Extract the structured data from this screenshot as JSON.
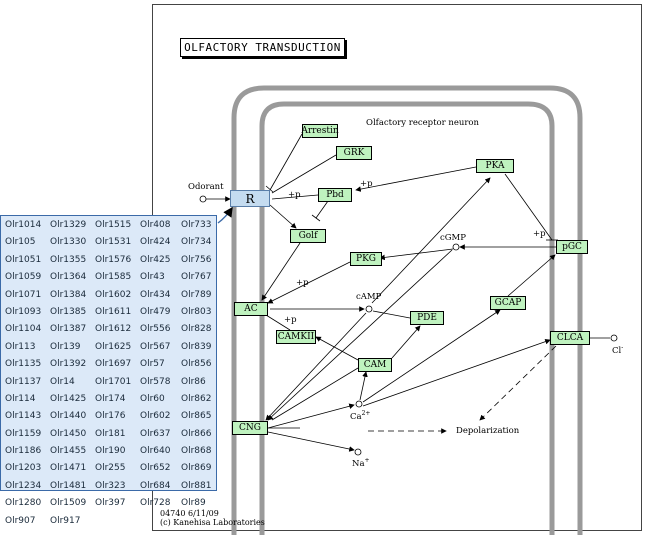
{
  "title": "OLFACTORY TRANSDUCTION",
  "neuron_label": "Olfactory receptor neuron",
  "nodes": {
    "R": "R",
    "Arrestin": "Arrestin",
    "GRK": "GRK",
    "Pbd": "Pbd",
    "Golf": "Golf",
    "PKA": "PKA",
    "PKG": "PKG",
    "AC": "AC",
    "CAMKII": "CAMKII",
    "PDE": "PDE",
    "CAM": "CAM",
    "GCAP": "GCAP",
    "pGC": "pGC",
    "CLCA": "CLCA",
    "CNG": "CNG"
  },
  "labels": {
    "odorant": "Odorant",
    "cgmp": "cGMP",
    "camp": "cAMP",
    "ca": "Ca",
    "ca_sup": "2+",
    "na": "Na",
    "na_sup": "+",
    "cl": "Cl",
    "cl_sup": "-",
    "depolarization": "Depolarization",
    "plus_p": "+p"
  },
  "footer": {
    "code": "04740 6/11/09",
    "credit": "(c) Kanehisa Laboratories"
  },
  "olr_genes": [
    "Olr1014",
    "Olr1329",
    "Olr1515",
    "Olr408",
    "Olr733",
    "Olr105",
    "Olr1330",
    "Olr1531",
    "Olr424",
    "Olr734",
    "Olr1051",
    "Olr1355",
    "Olr1576",
    "Olr425",
    "Olr756",
    "Olr1059",
    "Olr1364",
    "Olr1585",
    "Olr43",
    "Olr767",
    "Olr1071",
    "Olr1384",
    "Olr1602",
    "Olr434",
    "Olr789",
    "Olr1093",
    "Olr1385",
    "Olr1611",
    "Olr479",
    "Olr803",
    "Olr1104",
    "Olr1387",
    "Olr1612",
    "Olr556",
    "Olr828",
    "Olr113",
    "Olr139",
    "Olr1625",
    "Olr567",
    "Olr839",
    "Olr1135",
    "Olr1392",
    "Olr1697",
    "Olr57",
    "Olr856",
    "Olr1137",
    "Olr14",
    "Olr1701",
    "Olr578",
    "Olr86",
    "Olr114",
    "Olr1425",
    "Olr174",
    "Olr60",
    "Olr862",
    "Olr1143",
    "Olr1440",
    "Olr176",
    "Olr602",
    "Olr865",
    "Olr1159",
    "Olr1450",
    "Olr181",
    "Olr637",
    "Olr866",
    "Olr1186",
    "Olr1455",
    "Olr190",
    "Olr640",
    "Olr868",
    "Olr1203",
    "Olr1471",
    "Olr255",
    "Olr652",
    "Olr869",
    "Olr1234",
    "Olr1481",
    "Olr323",
    "Olr684",
    "Olr881",
    "Olr1280",
    "Olr1509",
    "Olr397",
    "Olr728",
    "Olr89",
    "Olr907",
    "Olr917"
  ],
  "colors": {
    "gene_node": "#bff2bf",
    "receptor_node": "#c5dcf0",
    "panel_bg": "#dce9f8",
    "panel_border": "#3b6aa8"
  }
}
